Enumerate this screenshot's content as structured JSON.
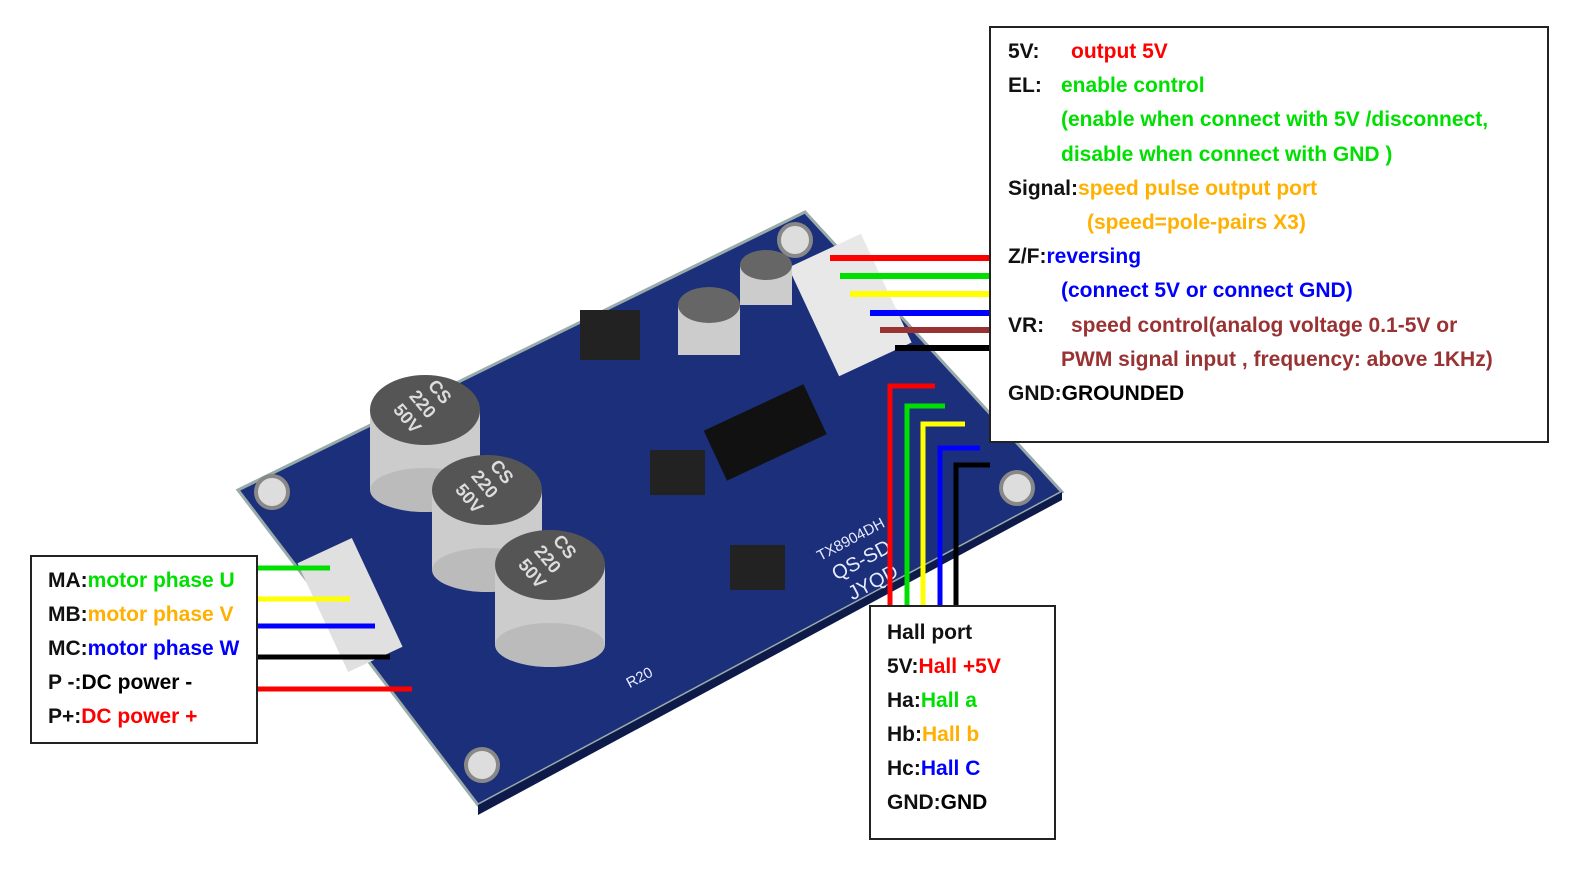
{
  "colors": {
    "red": "#ff0000",
    "green": "#00e000",
    "orange": "#ffb000",
    "blue": "#0000ff",
    "brown": "#993333",
    "black": "#000000"
  },
  "control_port": {
    "lines": [
      {
        "label": "5V:",
        "text": "output 5V",
        "color": "red"
      },
      {
        "label": "EL:",
        "text": "enable control",
        "color": "green"
      },
      {
        "label": "",
        "text": "(enable when connect with 5V /disconnect,",
        "color": "green"
      },
      {
        "label": "",
        "text": "disable when connect with GND )",
        "color": "green"
      },
      {
        "label": "Signal:",
        "text": "speed pulse output port",
        "color": "orange"
      },
      {
        "label": "",
        "text": "(speed=pole-pairs X3)",
        "color": "orange"
      },
      {
        "label": "Z/F:",
        "text": "reversing",
        "color": "blue"
      },
      {
        "label": "",
        "text": "(connect 5V or connect GND)",
        "color": "blue"
      },
      {
        "label": "VR:",
        "text": "speed control(analog voltage 0.1-5V or",
        "color": "brown"
      },
      {
        "label": "",
        "text": "PWM signal input , frequency: above 1KHz)",
        "color": "brown"
      },
      {
        "label": "GND:",
        "text": "GROUNDED",
        "color": "black"
      }
    ]
  },
  "motor_port": {
    "lines": [
      {
        "label": "MA:",
        "text": "motor phase U",
        "color": "green"
      },
      {
        "label": "MB:",
        "text": "motor phase V",
        "color": "orange"
      },
      {
        "label": "MC:",
        "text": "motor phase W",
        "color": "blue"
      },
      {
        "label": "P -:",
        "text": "DC power -",
        "color": "black"
      },
      {
        "label": "P+:",
        "text": "DC power +",
        "color": "red"
      }
    ]
  },
  "hall_port": {
    "title": "Hall port",
    "lines": [
      {
        "label": "5V:",
        "text": "Hall +5V",
        "color": "red"
      },
      {
        "label": "Ha:",
        "text": "Hall a",
        "color": "green"
      },
      {
        "label": "Hb:",
        "text": "Hall b",
        "color": "orange"
      },
      {
        "label": "Hc:",
        "text": "Hall C",
        "color": "blue"
      },
      {
        "label": "GND:",
        "text": "GND",
        "color": "black"
      }
    ]
  },
  "board": {
    "capacitor_label": [
      "CS",
      "220",
      "50V"
    ],
    "chip_text": [
      "TX8904DH",
      "QS-SD",
      "JYQD"
    ],
    "resistor_label": "R20"
  }
}
